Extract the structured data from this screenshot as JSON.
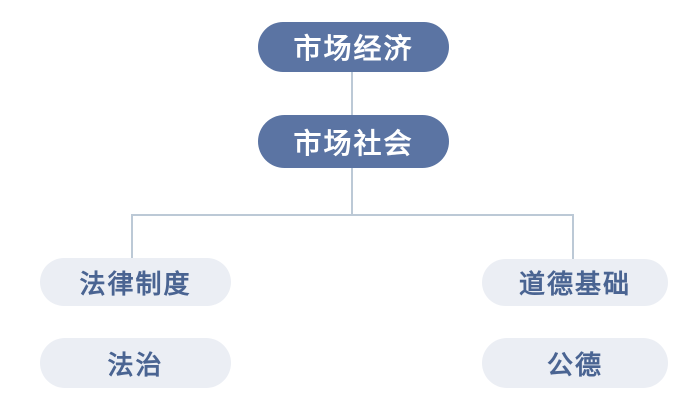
{
  "diagram": {
    "type": "flowchart",
    "background": "#ffffff",
    "colors": {
      "primary_node_bg": "#5b74a3",
      "primary_node_text": "#ffffff",
      "secondary_node_bg": "#ebeef4",
      "secondary_node_text": "#4a6492",
      "connector": "#bcc9d6"
    },
    "nodes": [
      {
        "id": "market-economy",
        "label": "市场经济",
        "level": 1,
        "style": "primary"
      },
      {
        "id": "market-society",
        "label": "市场社会",
        "level": 2,
        "style": "primary"
      },
      {
        "id": "legal-system",
        "label": "法律制度",
        "level": 3,
        "style": "secondary",
        "column": "left"
      },
      {
        "id": "moral-foundation",
        "label": "道德基础",
        "level": 3,
        "style": "secondary",
        "column": "right"
      },
      {
        "id": "rule-of-law",
        "label": "法治",
        "level": 4,
        "style": "secondary",
        "column": "left"
      },
      {
        "id": "public-morality",
        "label": "公德",
        "level": 4,
        "style": "secondary",
        "column": "right"
      }
    ],
    "edges": [
      {
        "from": "market-economy",
        "to": "market-society"
      },
      {
        "from": "market-society",
        "to": "legal-system"
      },
      {
        "from": "market-society",
        "to": "moral-foundation"
      }
    ]
  }
}
